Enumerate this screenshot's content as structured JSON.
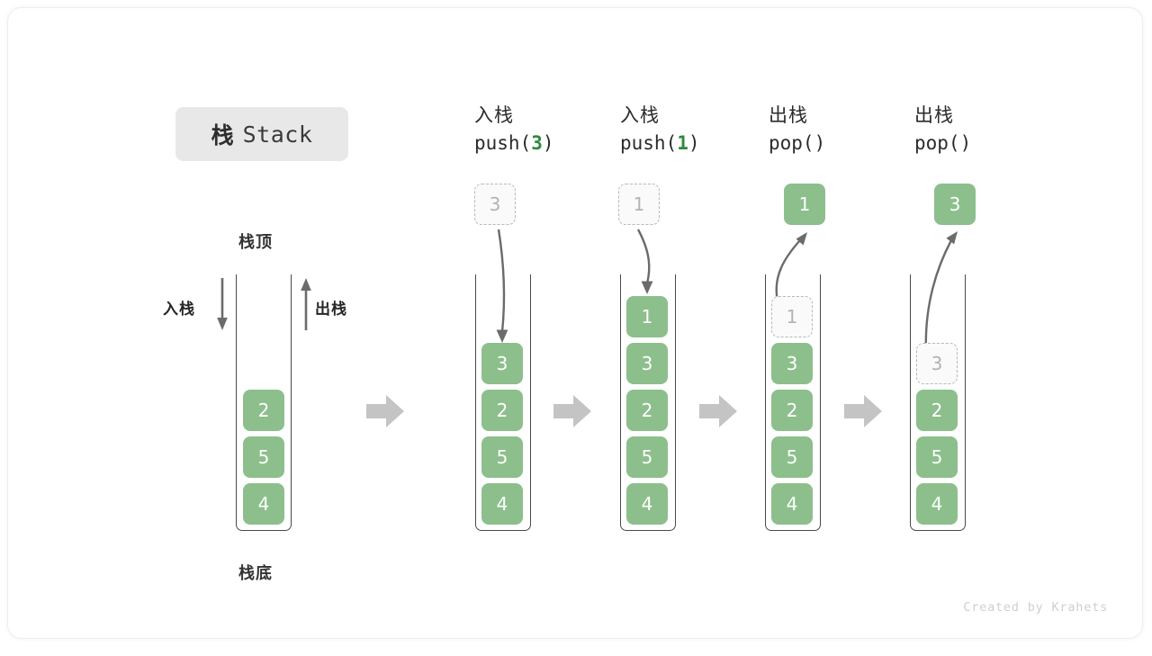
{
  "title": {
    "cn": "栈",
    "en": "Stack"
  },
  "labels": {
    "top": "栈顶",
    "bottom": "栈底"
  },
  "annotations": {
    "push": "入栈",
    "pop": "出栈"
  },
  "footer": "Created by Krahets",
  "colors": {
    "element_fill": "#8cbf8c",
    "element_text": "#ffffff",
    "ghost_fill": "#fafafa",
    "ghost_border": "#b8b8b8",
    "ghost_text": "#b3b3b3",
    "arrow": "#6b6b6b",
    "step_arrow": "#c4c4c4",
    "accent_code": "#2f8a3e",
    "container_border": "#4a4a4a",
    "chip_bg": "#e8e8e8"
  },
  "columns": [
    {
      "id": "initial",
      "head_cn": "",
      "head_code": "",
      "stack": [
        "2",
        "5",
        "4"
      ],
      "floating": null,
      "ghost_in_stack": null
    },
    {
      "id": "push-3",
      "head_cn": "入栈",
      "head_code_prefix": "push(",
      "head_code_arg": "3",
      "head_code_suffix": ")",
      "stack": [
        "3",
        "2",
        "5",
        "4"
      ],
      "floating": {
        "value": "3",
        "style": "ghost",
        "position": "above"
      },
      "motion": "down"
    },
    {
      "id": "push-1",
      "head_cn": "入栈",
      "head_code_prefix": "push(",
      "head_code_arg": "1",
      "head_code_suffix": ")",
      "stack": [
        "1",
        "3",
        "2",
        "5",
        "4"
      ],
      "floating": {
        "value": "1",
        "style": "ghost",
        "position": "above"
      },
      "motion": "down"
    },
    {
      "id": "pop-1",
      "head_cn": "出栈",
      "head_code_prefix": "pop(",
      "head_code_arg": "",
      "head_code_suffix": ")",
      "stack": [
        "3",
        "2",
        "5",
        "4"
      ],
      "stack_ghost_top": "1",
      "floating": {
        "value": "1",
        "style": "filled",
        "position": "above"
      },
      "motion": "up"
    },
    {
      "id": "pop-3",
      "head_cn": "出栈",
      "head_code_prefix": "pop(",
      "head_code_arg": "",
      "head_code_suffix": ")",
      "stack": [
        "2",
        "5",
        "4"
      ],
      "stack_ghost_top": "3",
      "floating": {
        "value": "3",
        "style": "filled",
        "position": "above"
      },
      "motion": "up"
    }
  ],
  "step_arrow_count": 4
}
